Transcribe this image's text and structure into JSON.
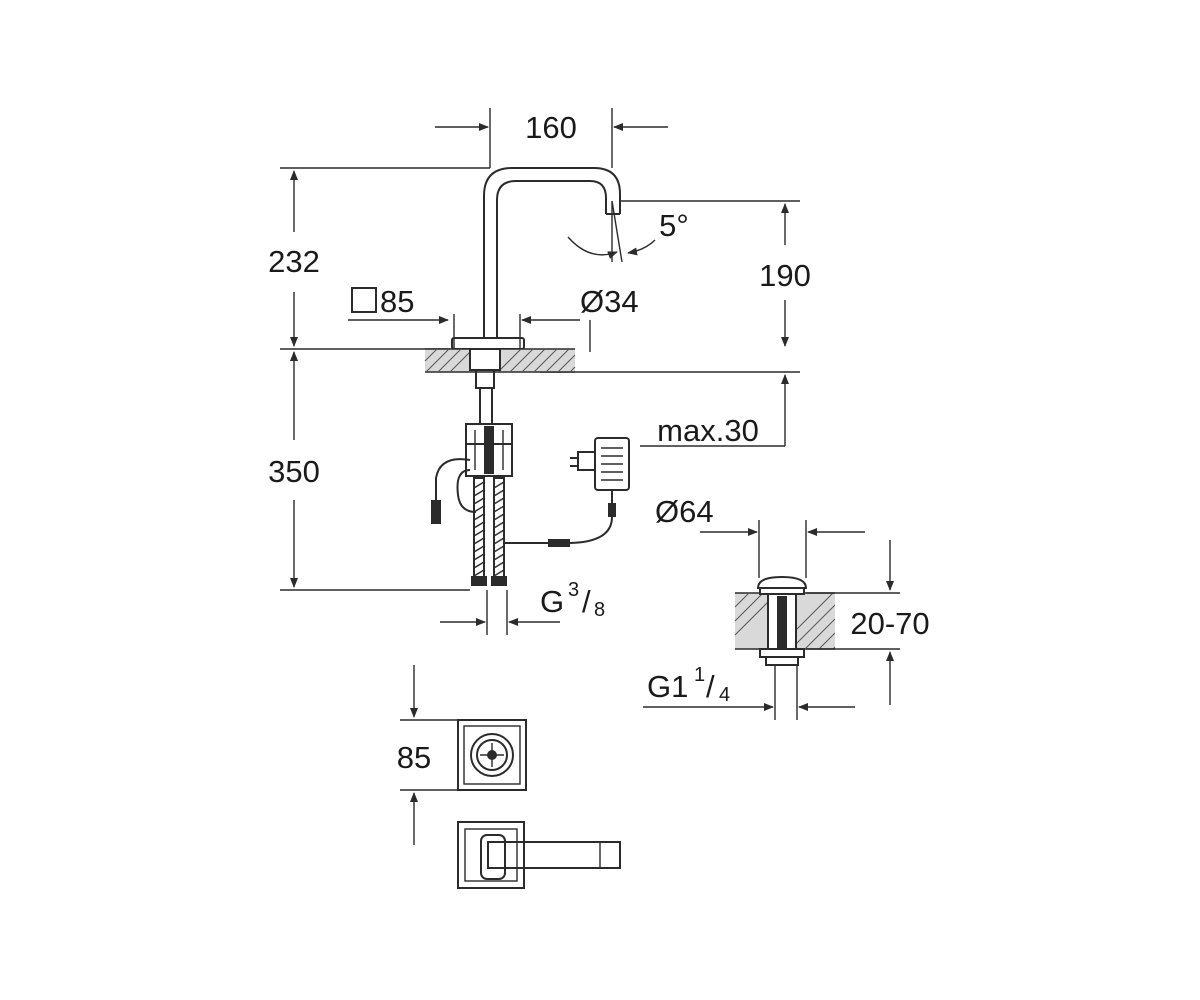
{
  "dimensions": {
    "spout_reach": "160",
    "total_height": "232",
    "spout_height": "190",
    "spout_angle": "5°",
    "base_square": "85",
    "spout_diameter": "Ø34",
    "below_deck": "350",
    "deck_max": "max.30",
    "drain_diameter": "Ø64",
    "drain_range": "20-70",
    "connection_main": "G",
    "connection_fraction_num": "3",
    "connection_fraction_den": "8",
    "drain_thread_main": "G1",
    "drain_thread_num": "1",
    "drain_thread_den": "4",
    "plate_size": "85"
  },
  "colors": {
    "line": "#2b2b2b",
    "wall_fill": "#d9d9d9"
  }
}
